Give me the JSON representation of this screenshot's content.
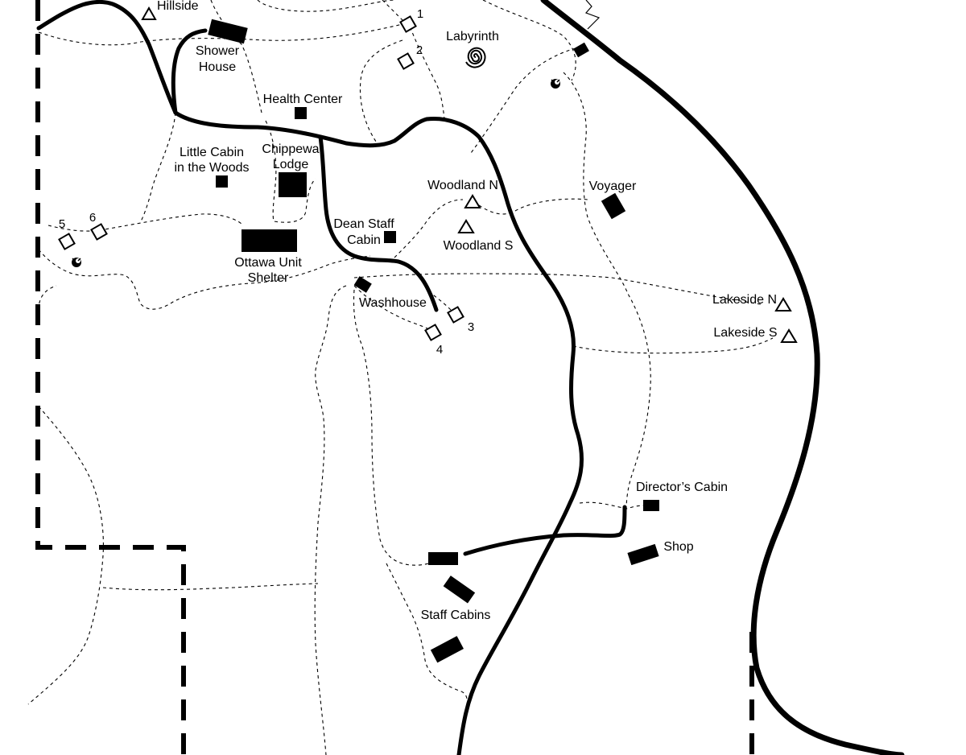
{
  "map": {
    "labels": {
      "hillside": "Hillside",
      "shower_house_1": "Shower",
      "shower_house_2": "House",
      "health_center": "Health Center",
      "labyrinth": "Labyrinth",
      "little_cabin_1": "Little Cabin",
      "little_cabin_2": "in the Woods",
      "chippewa_1": "Chippewa",
      "chippewa_2": "Lodge",
      "woodland_n": "Woodland N",
      "woodland_s": "Woodland S",
      "voyager": "Voyager",
      "dean_staff_1": "Dean Staff",
      "dean_staff_2": "Cabin",
      "ottawa_1": "Ottawa Unit",
      "ottawa_2": "Shelter",
      "washhouse": "Washhouse",
      "lakeside_n": "Lakeside N",
      "lakeside_s": "Lakeside S",
      "directors_cabin": "Director’s Cabin",
      "shop": "Shop",
      "staff_cabins": "Staff Cabins"
    },
    "campsites": [
      "1",
      "2",
      "3",
      "4",
      "5",
      "6"
    ],
    "colors": {
      "ink": "#000000",
      "background": "#ffffff"
    },
    "legend_symbols": {
      "building": "filled-rectangle",
      "campsite": "hollow-square",
      "tent_site": "hollow-triangle",
      "fire_ring": "fire-icon",
      "labyrinth": "spiral-icon"
    }
  }
}
